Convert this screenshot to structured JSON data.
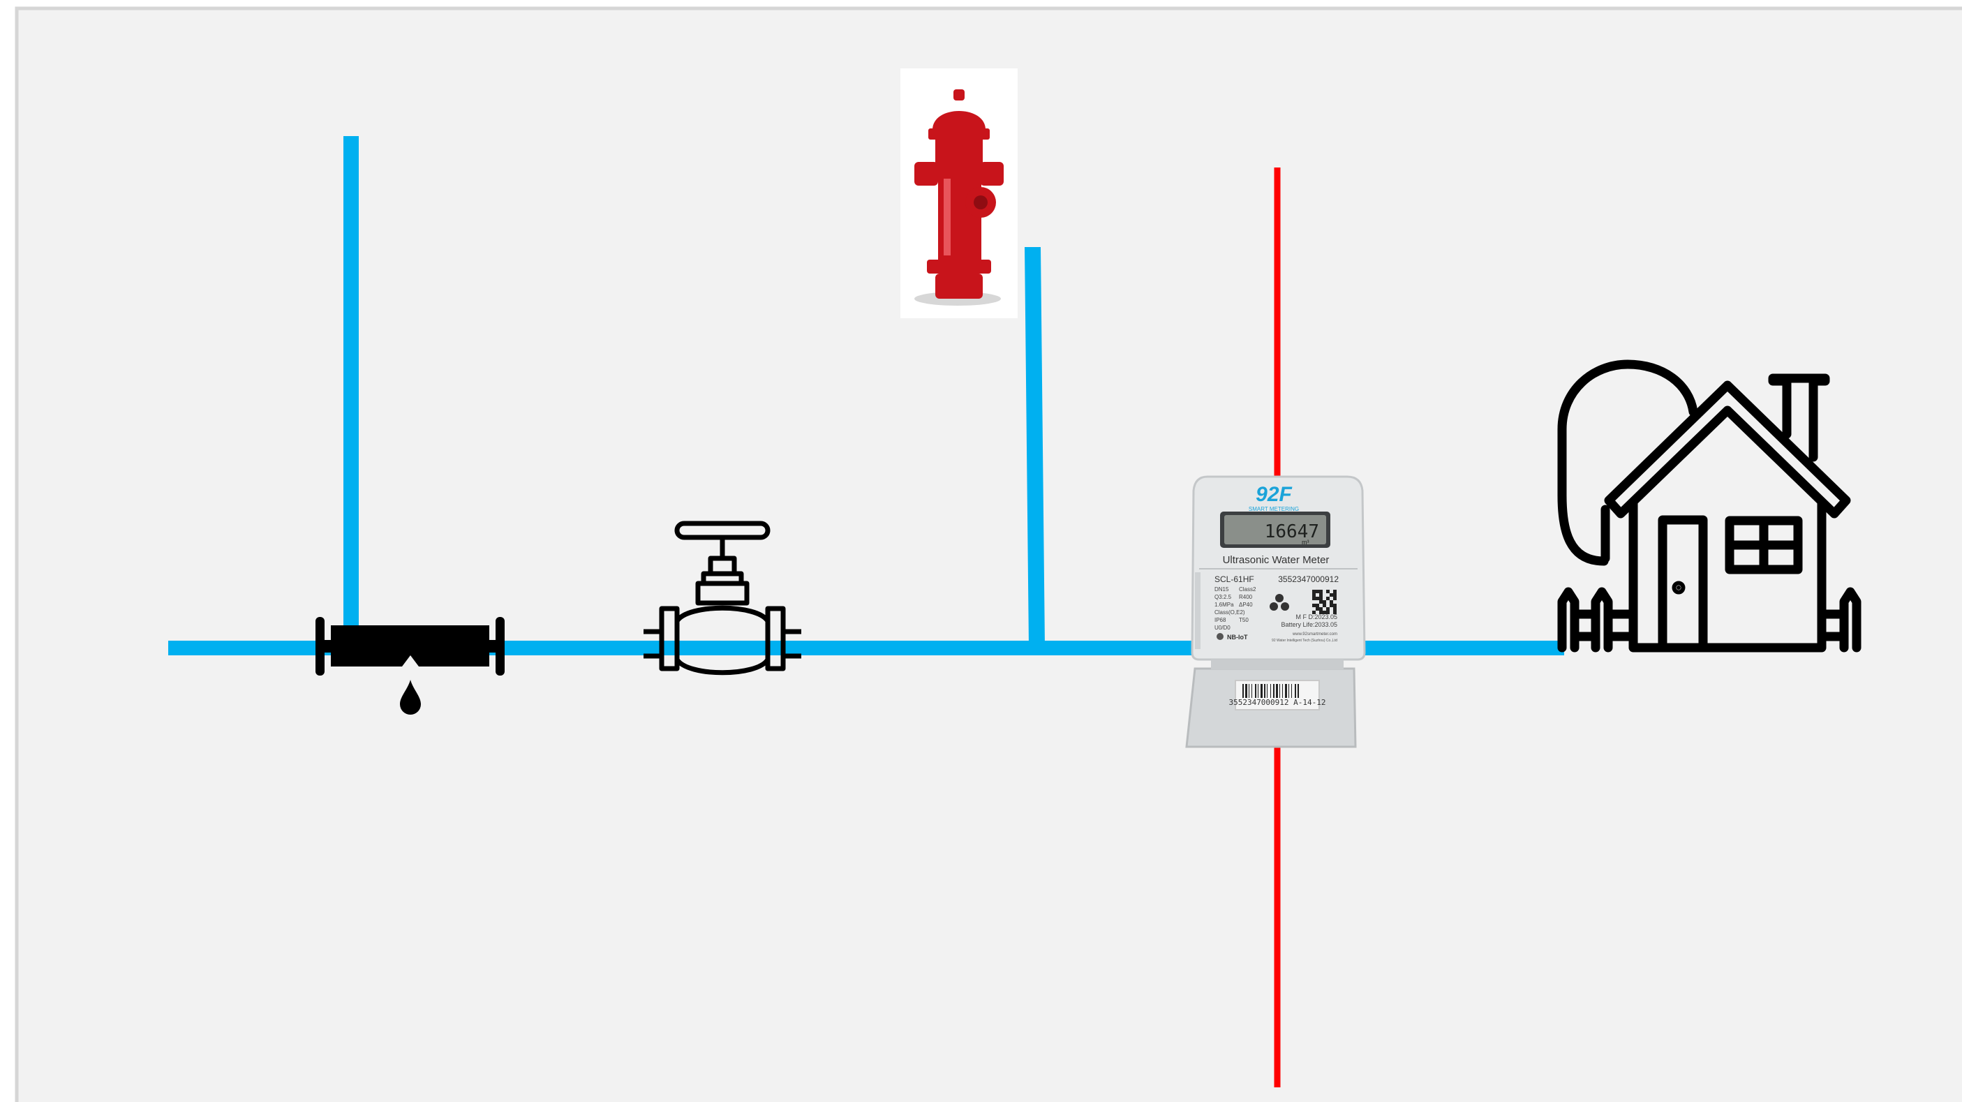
{
  "colors": {
    "canvas": "#f2f2f2",
    "frame": "#d6d6d6",
    "water_pipe": "#00b0f0",
    "divider_line": "#ff0000",
    "icon_ink": "#000000",
    "hydrant_red": "#c8141b",
    "meter_body": "#e6e8e9",
    "meter_brand": "#1aa3d9"
  },
  "icons": {
    "leak": "pipe-leak-icon",
    "valve": "gate-valve-icon",
    "hydrant": "fire-hydrant-image",
    "meter": "ultrasonic-water-meter-image",
    "house": "house-with-tree-icon"
  },
  "meter": {
    "brand": "92F",
    "brand_small": "SMART METERING",
    "display_value": "16647",
    "display_unit": "m³",
    "title": "Ultrasonic Water Meter",
    "model": "SCL-61HF",
    "serial": "3552347000912",
    "spec_left": [
      "DN15",
      "Q3:2.5",
      "1.6MPa",
      "Class(O,E2)",
      "IP68",
      "U0/D0"
    ],
    "spec_right": [
      "Class2",
      "R400",
      "ΔP40",
      "",
      "T50",
      ""
    ],
    "mfd": "M F D:2023.05",
    "battery": "Battery Life:2033.05",
    "network": "NB-IoT",
    "website": "www.92smartmeter.com",
    "maker": "92 Water Intelligent Tech (Suzhou) Co.,Ltd",
    "barcode_text": "3552347000912 A-14-12"
  }
}
